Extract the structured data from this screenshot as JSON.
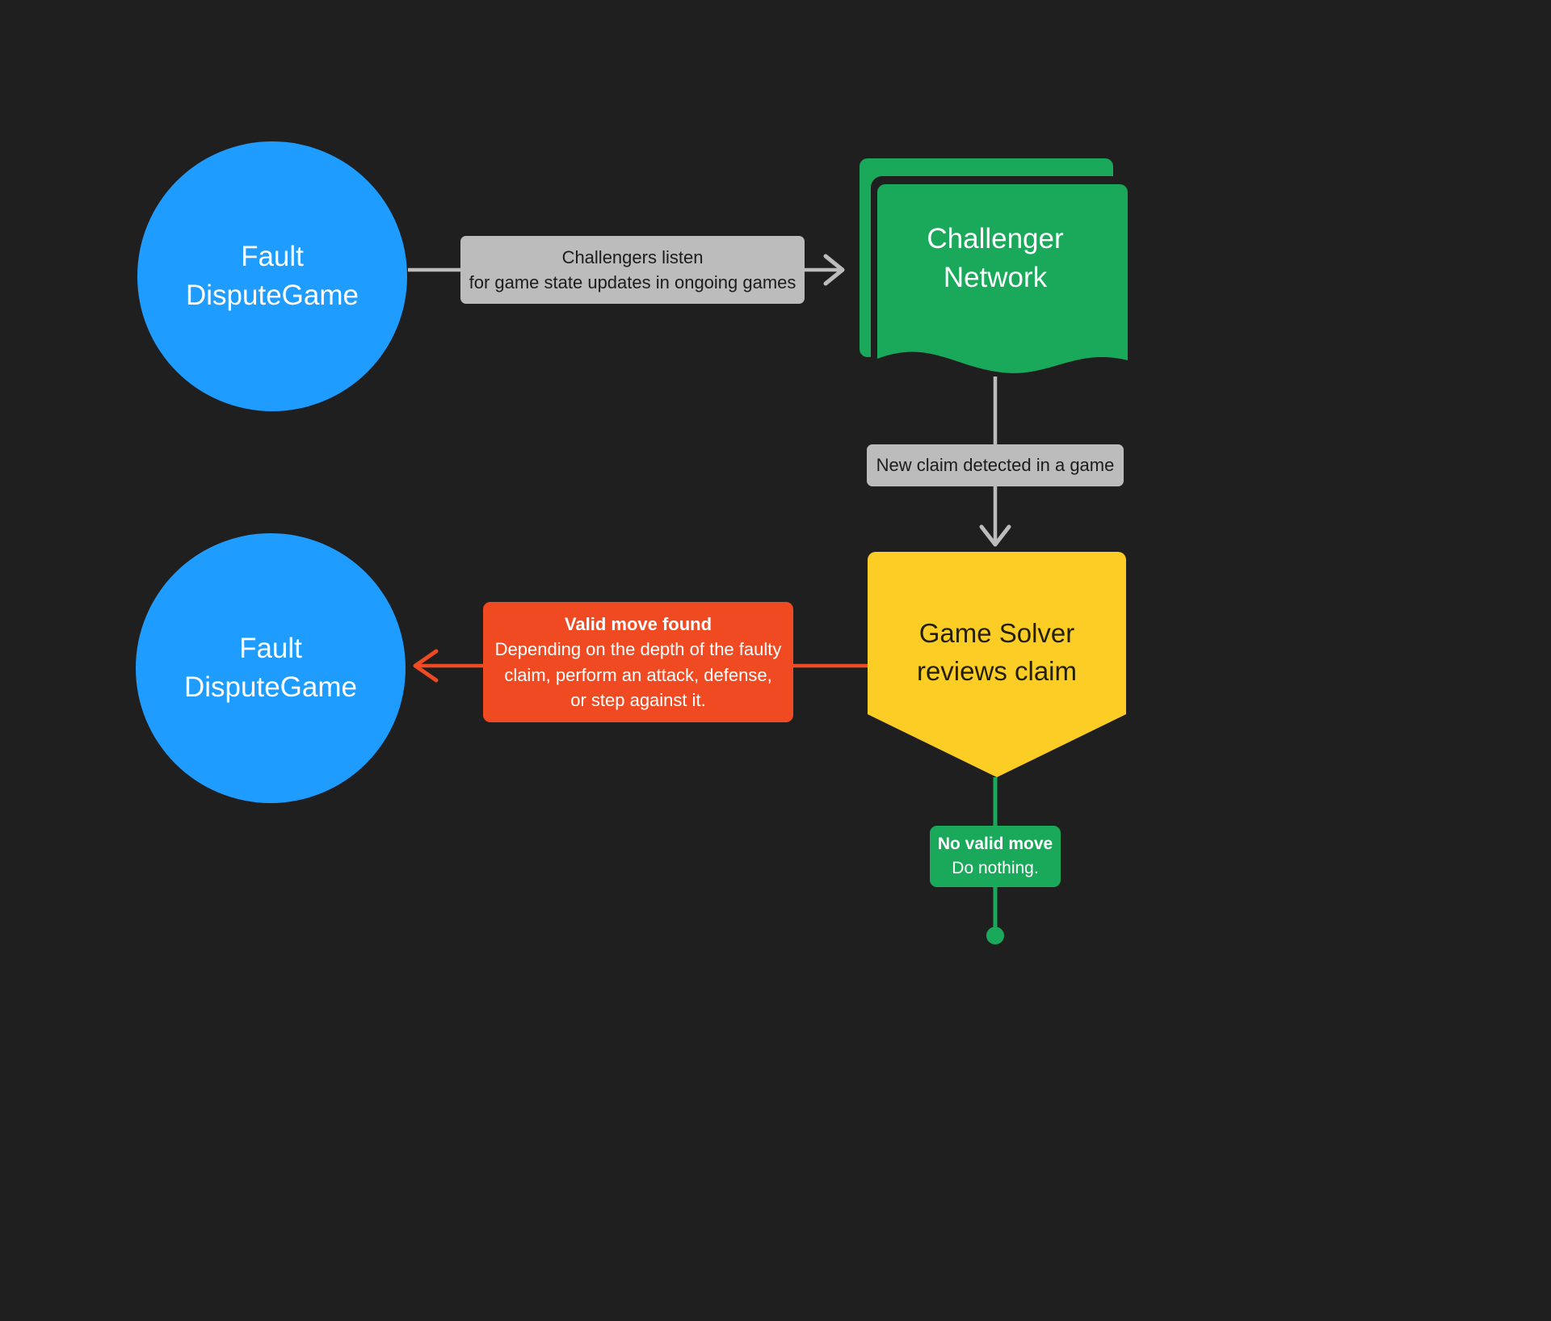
{
  "diagram": {
    "title": "Fault Dispute Game challenger flow",
    "background_color": "#1f1f1f"
  },
  "colors": {
    "node_blue": "#1f9cff",
    "node_green": "#1aa95b",
    "node_yellow": "#fcce25",
    "label_gray": "#bcbcbc",
    "label_red": "#f04a23",
    "edge_gray": "#bcbcbc",
    "edge_red": "#f04a23",
    "edge_green": "#1aa95b",
    "text_light": "#ffffff",
    "text_dark": "#1c1c1c",
    "text_yellow_node": "#241f03"
  },
  "nodes": {
    "fault_dispute_game_top": {
      "shape": "circle",
      "line1": "Fault",
      "line2": "DisputeGame"
    },
    "challenger_network": {
      "shape": "multi-document",
      "line1": "Challenger",
      "line2": "Network"
    },
    "game_solver": {
      "shape": "chevron-pentagon",
      "line1": "Game Solver",
      "line2": "reviews claim"
    },
    "fault_dispute_game_bottom": {
      "shape": "circle",
      "line1": "Fault",
      "line2": "DisputeGame"
    },
    "terminal_dot": {
      "shape": "dot",
      "label": ""
    }
  },
  "edges": {
    "listen": {
      "from": "fault_dispute_game_top",
      "to": "challenger_network",
      "direction": "right",
      "line1": "Challengers listen",
      "line2": "for game state updates in ongoing games"
    },
    "new_claim": {
      "from": "challenger_network",
      "to": "game_solver",
      "direction": "down",
      "line1": "New claim detected in a game"
    },
    "valid_move": {
      "from": "game_solver",
      "to": "fault_dispute_game_bottom",
      "direction": "left",
      "heading": "Valid move found",
      "line1": "Depending on the depth of the faulty",
      "line2": "claim, perform an attack, defense,",
      "line3": "or step against it."
    },
    "no_valid_move": {
      "from": "game_solver",
      "to": "terminal_dot",
      "direction": "down",
      "heading": "No valid move",
      "line1": "Do nothing."
    }
  }
}
